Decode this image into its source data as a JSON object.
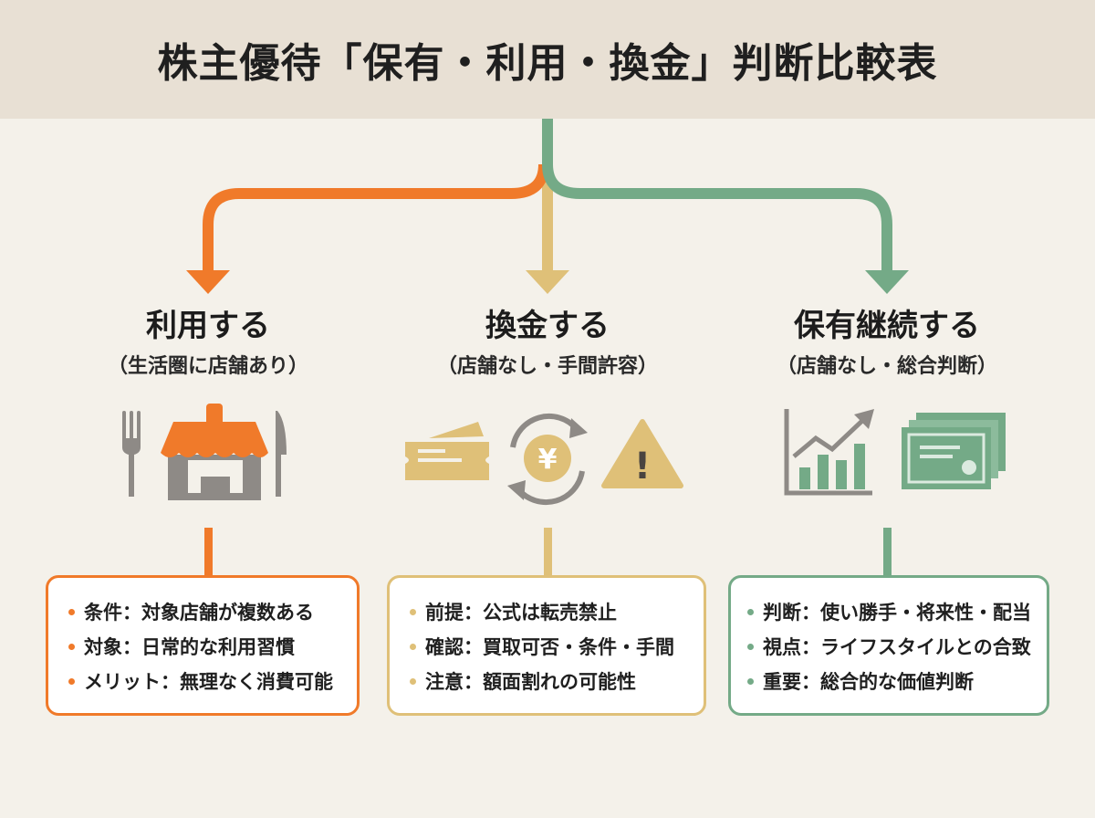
{
  "title": "株主優待「保有・利用・換金」判断比較表",
  "colors": {
    "orange": "#f07a2a",
    "gold": "#dfc078",
    "green": "#74aa87",
    "gray": "#8e8a86",
    "header_bg": "#e8e0d4"
  },
  "columns": [
    {
      "title": "利用する",
      "subtitle": "（生活圏に店舗あり）",
      "color": "#f07a2a",
      "icons": [
        "fork-icon",
        "restaurant-storefront-icon",
        "knife-icon"
      ],
      "items": [
        "条件：対象店舗が複数ある",
        "対象：日常的な利用習慣",
        "メリット：無理なく消費可能"
      ]
    },
    {
      "title": "換金する",
      "subtitle": "（店舗なし・手間許容）",
      "color": "#dfc078",
      "icons": [
        "ticket-icon",
        "yen-exchange-icon",
        "warning-icon"
      ],
      "yen_symbol": "¥",
      "warning_symbol": "!",
      "items": [
        "前提：公式は転売禁止",
        "確認：買取可否・条件・手間",
        "注意：額面割れの可能性"
      ]
    },
    {
      "title": "保有継続する",
      "subtitle": "（店舗なし・総合判断）",
      "color": "#74aa87",
      "icons": [
        "growth-chart-icon",
        "stock-certificate-icon"
      ],
      "items": [
        "判断：使い勝手・将来性・配当",
        "視点：ライフスタイルとの合致",
        "重要：総合的な価値判断"
      ]
    }
  ]
}
